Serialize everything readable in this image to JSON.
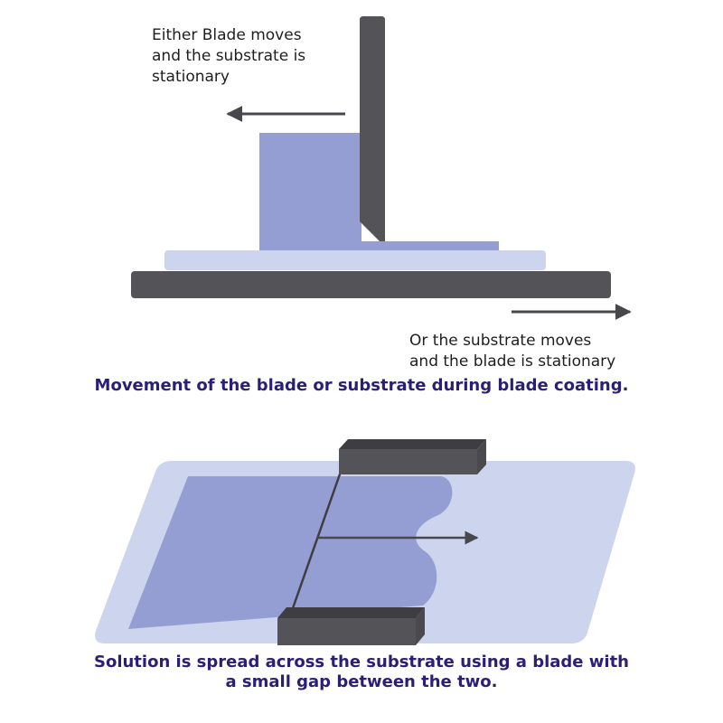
{
  "notes": {
    "blade_moves": [
      "Either Blade moves",
      "and the substrate is",
      "stationary"
    ],
    "substrate_moves": [
      "Or the substrate moves",
      "and the blade is stationary"
    ]
  },
  "captions": {
    "side_view": "Movement of the blade or substrate during blade coating.",
    "top_view": [
      "Solution is spread across the substrate using a blade with",
      "a small gap between the two."
    ]
  },
  "colors": {
    "blade": "#545458",
    "blade_top": "#3e3e42",
    "solution": "#949ed3",
    "substrate": "#cdd4ee",
    "base": "#545458",
    "arrow": "#48484c",
    "caption": "#2a1f74"
  }
}
